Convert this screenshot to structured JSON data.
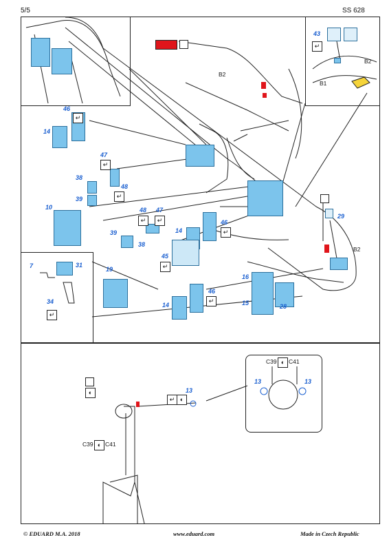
{
  "header": {
    "page": "5/5",
    "code": "SS 628"
  },
  "footer": {
    "copyright": "© EDUARD  M.A. 2018",
    "website": "www.eduard.com",
    "origin": "Made in Czech Republic"
  },
  "parts": {
    "p43": "43",
    "p46a": "46",
    "p14a": "14",
    "p47a": "47",
    "p38a": "38",
    "p48a": "48",
    "p39a": "39",
    "p10": "10",
    "p48b": "48",
    "p47b": "47",
    "p39b": "39",
    "p38b": "38",
    "p14b": "14",
    "p46b": "46",
    "p45": "45",
    "p29": "29",
    "p7": "7",
    "p31": "31",
    "p34": "34",
    "p19": "19",
    "p14c": "14",
    "p46c": "46",
    "p16": "16",
    "p15": "15",
    "p28": "28",
    "p13a": "13",
    "p13b": "13",
    "p13c": "13"
  },
  "labels": {
    "b2_top": "B2",
    "b2_inset": "B2",
    "b1_inset": "B1",
    "b2_right": "B2",
    "c39_a": "C39",
    "c41_a": "C41",
    "c39_b": "C39",
    "c41_b": "C41"
  },
  "colors": {
    "part_fill": "#7cc4ec",
    "part_num": "#1a5fd0",
    "red_mark": "#e0151b"
  }
}
